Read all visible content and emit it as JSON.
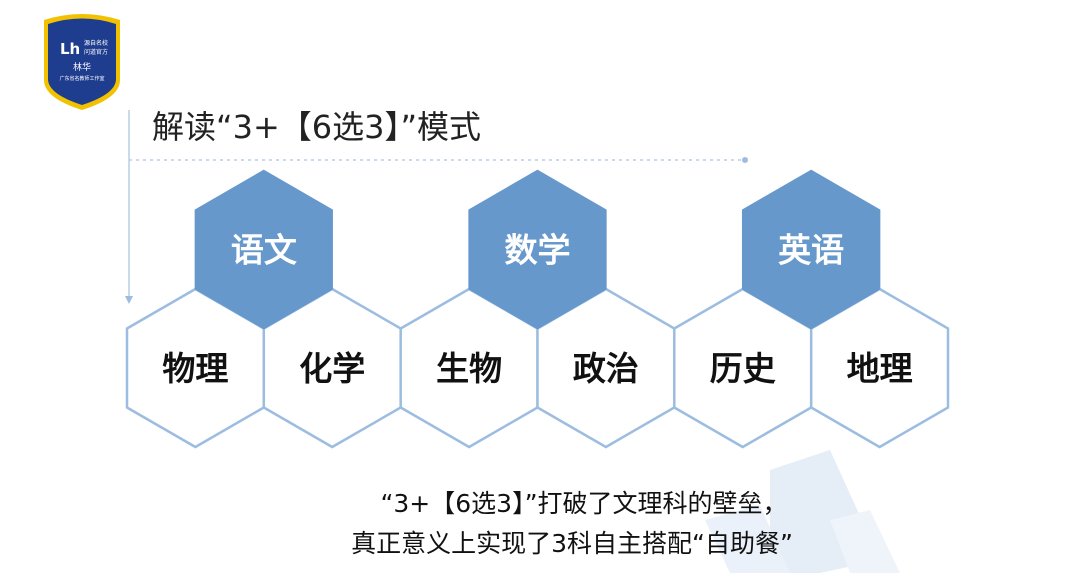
{
  "logo": {
    "mark": "Lh",
    "tagline_1": "源自名校",
    "tagline_2": "问道官方",
    "name": "林华",
    "sub": "广东省名教师工作室",
    "colors": {
      "shield": "#1f3d8f",
      "rim": "#f2c200"
    }
  },
  "title": "解读“3+【6选3】”模式",
  "core_subjects": [
    {
      "label": "语文"
    },
    {
      "label": "数学"
    },
    {
      "label": "英语"
    }
  ],
  "elective_subjects": [
    {
      "label": "物理"
    },
    {
      "label": "化学"
    },
    {
      "label": "生物"
    },
    {
      "label": "政治"
    },
    {
      "label": "历史"
    },
    {
      "label": "地理"
    }
  ],
  "caption": {
    "line1": "“3+【6选3】”打破了文理科的壁垒，",
    "line2": "真正意义上实现了3科自主搭配“自助餐”"
  },
  "colors": {
    "core_fill": "#6698cc",
    "elective_stroke": "#9dbde0",
    "watermark": "#dfe9f6",
    "guide_line": "#b9cde6"
  }
}
